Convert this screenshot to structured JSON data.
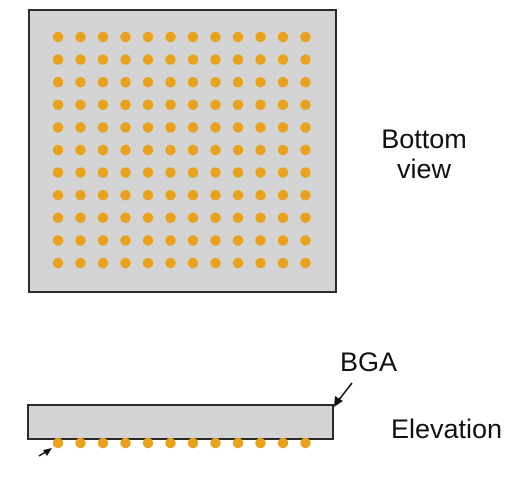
{
  "labels": {
    "bottom_view_line1": "Bottom",
    "bottom_view_line2": "view",
    "bga": "BGA",
    "elevation": "Elevation"
  },
  "package": {
    "ball_rows": 11,
    "ball_cols": 12,
    "elevation_balls": 12
  },
  "colors": {
    "package_fill": "#d4d4d4",
    "package_stroke": "#2b2b2b",
    "solder_ball": "#e8a21c",
    "text": "#111111"
  }
}
